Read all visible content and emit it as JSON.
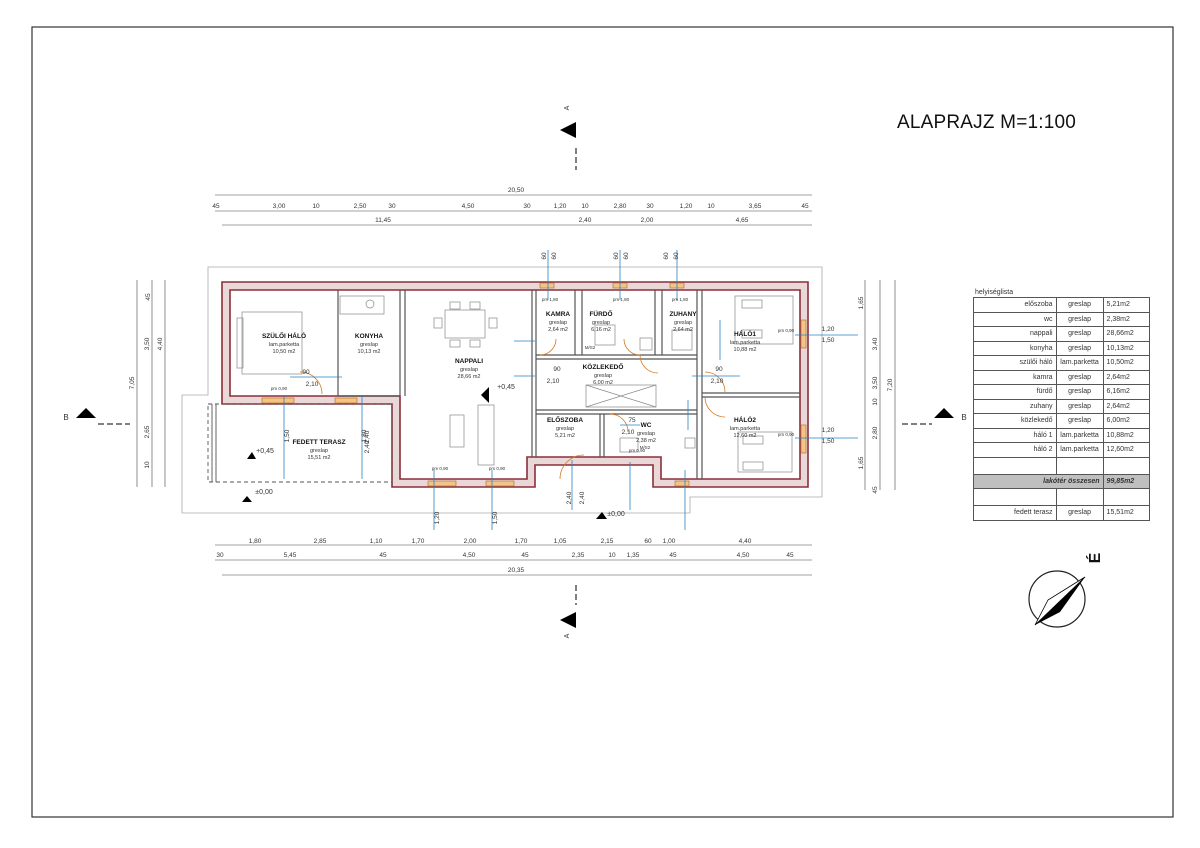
{
  "title": "ALAPRAJZ M=1:100",
  "section_markers": {
    "a": "A",
    "b": "B"
  },
  "levels": {
    "terrace": "+0,45",
    "living": "+0,45",
    "ground": "±0,00",
    "entrance": "±0,00"
  },
  "rooms": [
    {
      "id": "szuloi-halo",
      "name": "SZÜLŐI HÁLÓ",
      "floor": "lam.parketta",
      "area": "10,50 m2"
    },
    {
      "id": "konyha",
      "name": "KONYHA",
      "floor": "greslap",
      "area": "10,13 m2"
    },
    {
      "id": "nappali",
      "name": "NAPPALI",
      "floor": "greslap",
      "area": "28,66 m2"
    },
    {
      "id": "kamra",
      "name": "KAMRA",
      "floor": "greslap",
      "area": "2,64 m2"
    },
    {
      "id": "furdo",
      "name": "FÜRDŐ",
      "floor": "greslap",
      "area": "6,16 m2"
    },
    {
      "id": "zuhany",
      "name": "ZUHANY",
      "floor": "greslap",
      "area": "2,64 m2"
    },
    {
      "id": "halo1",
      "name": "HÁLÓ1",
      "floor": "lam.parketta",
      "area": "10,88 m2"
    },
    {
      "id": "kozlekedo",
      "name": "KÖZLEKEDŐ",
      "floor": "greslap",
      "area": "6,00 m2"
    },
    {
      "id": "eloszoba",
      "name": "ELŐSZOBA",
      "floor": "greslap",
      "area": "5,21 m2"
    },
    {
      "id": "wc",
      "name": "WC",
      "floor": "greslap",
      "area": "2,38 m2"
    },
    {
      "id": "halo2",
      "name": "HÁLÓ2",
      "floor": "lam.parketta",
      "area": "12,60 m2"
    },
    {
      "id": "fedett-terasz",
      "name": "FEDETT TERASZ",
      "floor": "greslap",
      "area": "15,51 m2"
    }
  ],
  "dimensions": {
    "top_total": "20,50",
    "top_row1": [
      "45",
      "3,00",
      "10",
      "2,50",
      "30",
      "4,50",
      "30",
      "1,20",
      "10",
      "2,80",
      "30",
      "1,20",
      "10",
      "3,65",
      "45"
    ],
    "top_row2": [
      "11,45",
      "2,40",
      "2,00",
      "4,65"
    ],
    "bottom_row1": [
      "1,80",
      "2,85",
      "1,10",
      "1,70",
      "2,00",
      "1,70",
      "1,05",
      "2,15",
      "60",
      "1,00",
      "4,40"
    ],
    "bottom_row2": [
      "30",
      "5,45",
      "45",
      "4,50",
      "45",
      "2,35",
      "10",
      "1,35",
      "45",
      "4,50",
      "45"
    ],
    "bottom_total": "20,35",
    "left_outer": "7,05",
    "left_mid": [
      "3,50",
      "2,65",
      "10"
    ],
    "left_inner": [
      "45",
      "4,40"
    ],
    "right_outer": "7,20",
    "right_mid": [
      "1,65",
      "3,40",
      "3,50",
      "10",
      "2,80",
      "1,65",
      "45"
    ],
    "windows": [
      "60",
      "60",
      "60",
      "60",
      "60",
      "60"
    ],
    "door_labels": [
      "90",
      "2,10",
      "90",
      "2,10",
      "90",
      "2,10",
      "75",
      "2,10",
      "1,20",
      "1,50",
      "1,80",
      "2,40",
      "1,20",
      "1,50",
      "1,20",
      "1,50",
      "2,40",
      "2,40",
      "1,50",
      "2,40"
    ],
    "parapet": [
      "pm 1,80",
      "pm 1,80",
      "pm 1,80",
      "pm 0,90",
      "pm 0,90",
      "pm 0,90",
      "pm 0,90",
      "pm 0,90",
      "pm 0,90"
    ],
    "misc": [
      "M/S2",
      "M/S2"
    ]
  },
  "room_list": {
    "caption": "helyiséglista",
    "rows": [
      [
        "előszoba",
        "greslap",
        "5,21m2"
      ],
      [
        "wc",
        "greslap",
        "2,38m2"
      ],
      [
        "nappali",
        "greslap",
        "28,66m2"
      ],
      [
        "konyha",
        "greslap",
        "10,13m2"
      ],
      [
        "szülői háló",
        "lam.parketta",
        "10,50m2"
      ],
      [
        "kamra",
        "greslap",
        "2,64m2"
      ],
      [
        "fürdő",
        "greslap",
        "6,16m2"
      ],
      [
        "zuhany",
        "greslap",
        "2,64m2"
      ],
      [
        "közlekedő",
        "greslap",
        "6,00m2"
      ],
      [
        "háló 1",
        "lam.parketta",
        "10,88m2"
      ],
      [
        "háló 2",
        "lam.parketta",
        "12,60m2"
      ]
    ],
    "total_label": "lakótér összesen",
    "total_value": "99,85m2",
    "terrace_row": [
      "fedett terasz",
      "greslap",
      "15,51m2"
    ]
  },
  "north_label": "É"
}
